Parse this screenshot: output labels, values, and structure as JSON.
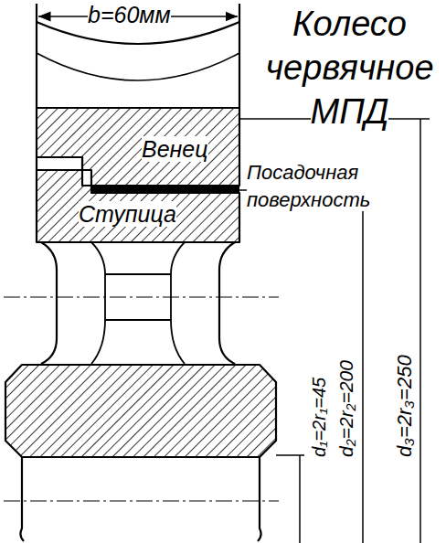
{
  "diagram": {
    "title": "Колесо червячное МПД",
    "labels": [
      "b=60мм",
      "Венец",
      "Посадочная поверхность",
      "Ступица",
      "d₁=2r₁=45",
      "d₂=2r₂=200",
      "d₃=2r₃=250"
    ]
  }
}
